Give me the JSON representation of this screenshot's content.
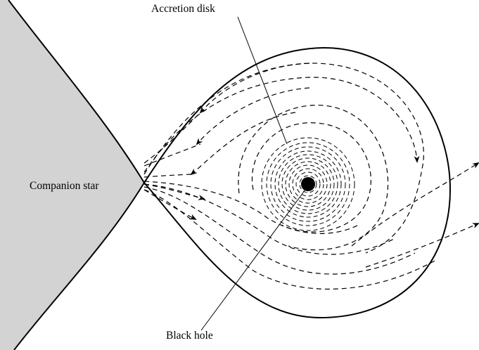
{
  "labels": {
    "accretion_disk": "Accretion disk",
    "companion_star": "Companion star",
    "black_hole": "Black hole"
  },
  "colors": {
    "star_fill": "#d3d3d3",
    "line": "#000000",
    "background": "#ffffff"
  }
}
